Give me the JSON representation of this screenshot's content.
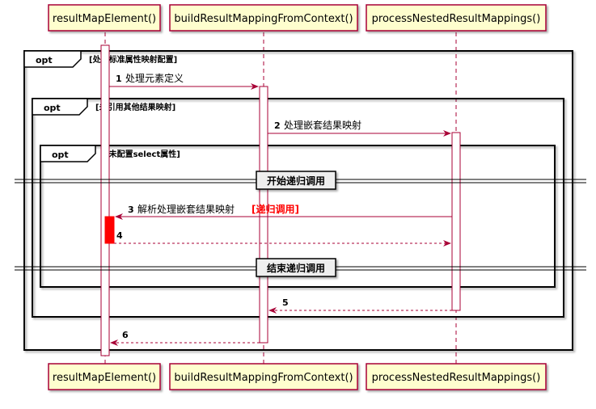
{
  "participants": [
    {
      "id": "p1",
      "name": "resultMapElement()"
    },
    {
      "id": "p2",
      "name": "buildResultMappingFromContext()"
    },
    {
      "id": "p3",
      "name": "processNestedResultMappings()"
    }
  ],
  "fragments": [
    {
      "id": "f1",
      "kind": "opt",
      "condition": "[处理标准属性映射配置]"
    },
    {
      "id": "f2",
      "kind": "opt",
      "condition": "[未引用其他结果映射]"
    },
    {
      "id": "f3",
      "kind": "opt",
      "condition": "[未配置select属性]"
    }
  ],
  "dividers": [
    {
      "id": "d1",
      "label": "开始递归调用"
    },
    {
      "id": "d2",
      "label": "结束递归调用"
    }
  ],
  "messages": [
    {
      "id": "m1",
      "number": "1",
      "label": "处理元素定义"
    },
    {
      "id": "m2",
      "number": "2",
      "label": "处理嵌套结果映射"
    },
    {
      "id": "m3",
      "number": "3",
      "label": "解析处理嵌套结果映射",
      "note": "[递归调用]"
    },
    {
      "id": "m4",
      "number": "4",
      "label": ""
    },
    {
      "id": "m5",
      "number": "5",
      "label": ""
    },
    {
      "id": "m6",
      "number": "6",
      "label": ""
    }
  ],
  "colors": {
    "participant_fill": "#FEFECE",
    "participant_border": "#A80036",
    "lifeline": "#A80036",
    "arrow": "#A80036",
    "recursion_bar": "#FF0000",
    "note_text": "#FF0000"
  }
}
